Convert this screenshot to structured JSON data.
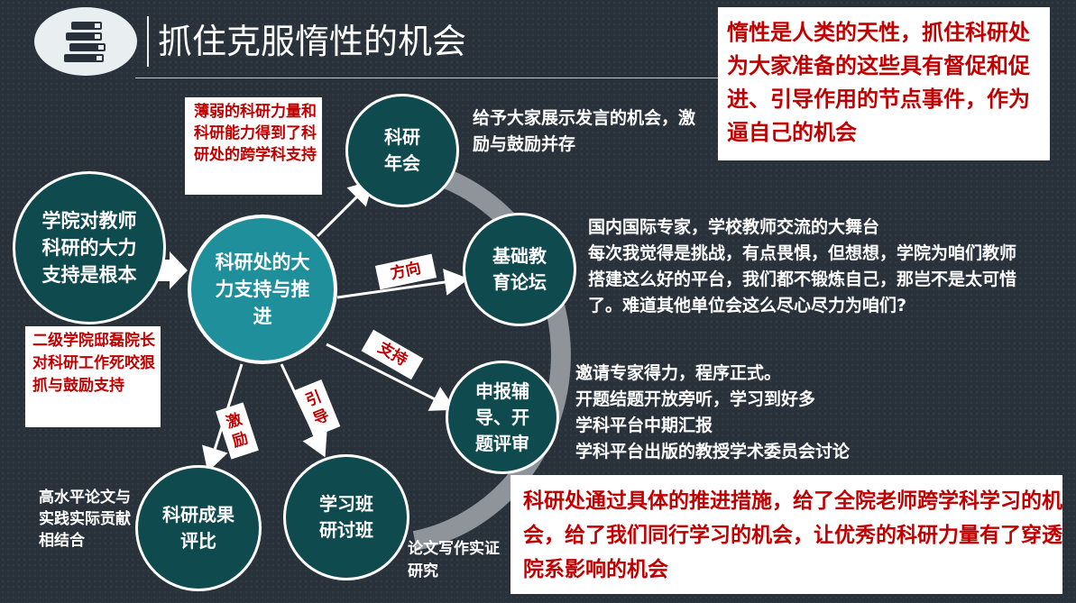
{
  "title": "抓住克服惰性的机会",
  "top_right_note": "惰性是人类的天性，抓住科研处为大家准备的这些具有督促和促进、引导作用的节点事件，作为逼自己的机会",
  "bottom_note": "科研处通过具体的推进措施，给了全院老师跨学科学习的机会，给了我们同行学习的机会，让优秀的科研力量有了穿透院系影响的机会",
  "note_weak_support": "薄弱的科研力量和科研能力得到了科研处的跨学科支持",
  "note_dean_support": "二级学院邸磊院长对科研工作死咬狠抓与鼓励支持",
  "circles": {
    "main": "科研处的大力支持与推进",
    "left": "学院对教师科研的大力支持是根本",
    "nianhui": "科研年会",
    "luntan": "基础教育论坛",
    "shenbao": "申报辅导、开题评审",
    "xuexi": "学习班研讨班",
    "chengguo": "科研成果评比"
  },
  "descriptions": {
    "nianhui": "给予大家展示发言的机会，激励与鼓励并存",
    "luntan": "国内国际专家，学校教师交流的大舞台\n每次我觉得是挑战，有点畏惧，但想想，学院为咱们教师搭建这么好的平台，我们都不锻炼自己，那岂不是太可惜了。难道其他单位会这么尽心尽力为咱们?",
    "shenbao": "邀请专家得力，程序正式。\n开题结题开放旁听，学习到好多\n学科平台中期汇报\n学科平台出版的教授学术委员会讨论",
    "chengguo": "高水平论文与实践实际贡献相结合",
    "xuexi": "论文写作实证研究"
  },
  "tags": {
    "fangxiang": "方向",
    "zhichi": "支持",
    "yindao": "引导",
    "jili": "激励"
  },
  "icons": {
    "logo": "stacked-books-icon"
  },
  "colors": {
    "background": "#29313b",
    "main_circle": "#1f8f9b",
    "dark_circle": "#0f4b4e",
    "accent_red": "#c00000"
  }
}
